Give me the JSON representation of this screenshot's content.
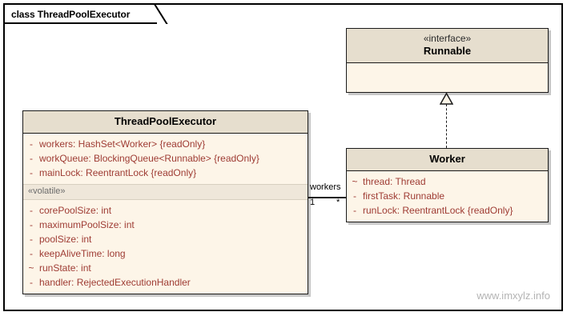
{
  "frame": {
    "title": "class ThreadPoolExecutor"
  },
  "watermark": {
    "text": "www.imxylz.info"
  },
  "colors": {
    "header_fill": "#E6DECE",
    "body_fill": "#FDF5E8",
    "attribute_text": "#9E3B33",
    "border": "#1A1A1A",
    "stereotype_band": "#EFE7DA",
    "watermark_text": "#B4B4B4"
  },
  "classes": {
    "threadpoolexecutor": {
      "name": "ThreadPoolExecutor",
      "attributes": [
        {
          "visibility": "-",
          "text": "workers:  HashSet<Worker> {readOnly}"
        },
        {
          "visibility": "-",
          "text": "workQueue:  BlockingQueue<Runnable> {readOnly}"
        },
        {
          "visibility": "-",
          "text": "mainLock:  ReentrantLock {readOnly}"
        }
      ],
      "stereotype_group": {
        "label": "«volatile»",
        "attributes": [
          {
            "visibility": "-",
            "text": "corePoolSize:  int"
          },
          {
            "visibility": "-",
            "text": "maximumPoolSize:  int"
          },
          {
            "visibility": "-",
            "text": "poolSize:  int"
          },
          {
            "visibility": "-",
            "text": "keepAliveTime:  long"
          },
          {
            "visibility": "~",
            "text": "runState:  int"
          },
          {
            "visibility": "-",
            "text": "handler:  RejectedExecutionHandler"
          }
        ]
      }
    },
    "runnable": {
      "stereotype": "«interface»",
      "name": "Runnable",
      "attributes": []
    },
    "worker": {
      "name": "Worker",
      "attributes": [
        {
          "visibility": "~",
          "text": "thread:  Thread"
        },
        {
          "visibility": "-",
          "text": "firstTask:  Runnable"
        },
        {
          "visibility": "-",
          "text": "runLock:  ReentrantLock {readOnly}"
        }
      ]
    }
  },
  "relationships": {
    "realization": {
      "kind": "realization",
      "from": "Worker",
      "to": "Runnable"
    },
    "association": {
      "kind": "association",
      "from": "ThreadPoolExecutor",
      "to": "Worker",
      "role_label": "workers",
      "source_multiplicity": "1",
      "target_multiplicity": "*"
    }
  }
}
